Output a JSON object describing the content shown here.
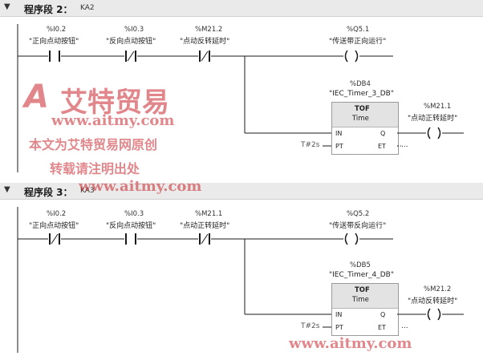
{
  "networks": [
    {
      "label": "程序段 2：",
      "name": "KA2",
      "contacts": [
        {
          "address": "%I0.2",
          "comment": "\"正向点动按钮\"",
          "type": "NO"
        },
        {
          "address": "%I0.3",
          "comment": "\"反向点动按钮\"",
          "type": "NC"
        },
        {
          "address": "%M21.2",
          "comment": "\"点动反转延时\"",
          "type": "NC"
        }
      ],
      "coil_output": {
        "address": "%Q5.1",
        "comment": "\"传送带正向运行\""
      },
      "timer": {
        "db_address": "%DB4",
        "db_name": "\"IEC_Timer_3_DB\"",
        "type": "TOF",
        "subtype": "Time",
        "pin_in": "IN",
        "pin_pt": "PT",
        "pin_q": "Q",
        "pin_et": "ET",
        "pt_value": "T#2s",
        "et_value": "..."
      },
      "coil_timer": {
        "address": "%M21.1",
        "comment": "\"点动正转延时\""
      }
    },
    {
      "label": "程序段 3：",
      "name": "KA3",
      "contacts": [
        {
          "address": "%I0.2",
          "comment": "\"正向点动按钮\"",
          "type": "NC"
        },
        {
          "address": "%I0.3",
          "comment": "\"反向点动按钮\"",
          "type": "NO"
        },
        {
          "address": "%M21.1",
          "comment": "\"点动正转延时\"",
          "type": "NC"
        }
      ],
      "coil_output": {
        "address": "%Q5.2",
        "comment": "\"传送带反向运行\""
      },
      "timer": {
        "db_address": "%DB5",
        "db_name": "\"IEC_Timer_4_DB\"",
        "type": "TOF",
        "subtype": "Time",
        "pin_in": "IN",
        "pin_pt": "PT",
        "pin_q": "Q",
        "pin_et": "ET",
        "pt_value": "T#2s",
        "et_value": "..."
      },
      "coil_timer": {
        "address": "%M21.2",
        "comment": "\"点动反转延时\""
      }
    }
  ],
  "watermark": {
    "logo_letter": "A",
    "logo_text": "艾特贸易",
    "url": "www.aitmy.com",
    "line1": "本文为艾特贸易网原创",
    "line2": "转载请注明出处"
  },
  "colors": {
    "rail": "#1a1a1a",
    "header_bg": "#eaeaea",
    "block_header": "#e3e3e3",
    "watermark_red": "#c9252b"
  }
}
